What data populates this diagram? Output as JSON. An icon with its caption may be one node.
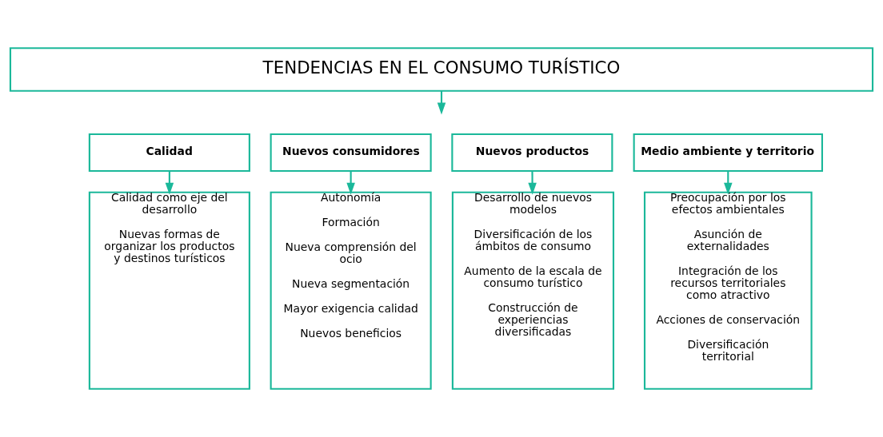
{
  "diagram": {
    "nodes": [
      {
        "text": [
          "TENDENCIAS EN EL CONSUMO TURÍSTICO"
        ]
      },
      {
        "text": [
          "Calidad"
        ]
      },
      {
        "text": [
          "Calidad como eje del desarrollo",
          "Nuevas formas de organizar los productos y destinos turísticos"
        ]
      },
      {
        "text": [
          "Nuevos consumidores"
        ]
      },
      {
        "text": [
          "Autonomía",
          "Formación",
          "Nueva comprensión del ocio",
          "Nueva segmentación",
          "Mayor exigencia calidad",
          "Nuevos beneficios"
        ]
      },
      {
        "text": [
          "Nuevos productos"
        ]
      },
      {
        "text": [
          "Desarrollo de nuevos modelos",
          "Diversificación de los ámbitos de consumo",
          "Aumento de la escala de consumo turístico",
          "Construcción de experiencias diversificadas"
        ]
      },
      {
        "text": [
          "Medio ambiente y territorio"
        ]
      },
      {
        "text": [
          "Preocupación por los efectos ambientales",
          "Asunción de externalidades",
          "Integración de los recursos territoriales como atractivo",
          "Acciones de conservación",
          "Diversificación territorial"
        ]
      }
    ],
    "edges": [
      {
        "from": 0,
        "to": null,
        "arrow": "to"
      },
      {
        "from": 1,
        "to": 2,
        "arrow": "to"
      },
      {
        "from": 3,
        "to": 4,
        "arrow": "to"
      },
      {
        "from": 5,
        "to": 6,
        "arrow": "to"
      },
      {
        "from": 7,
        "to": 8,
        "arrow": "to"
      }
    ]
  }
}
